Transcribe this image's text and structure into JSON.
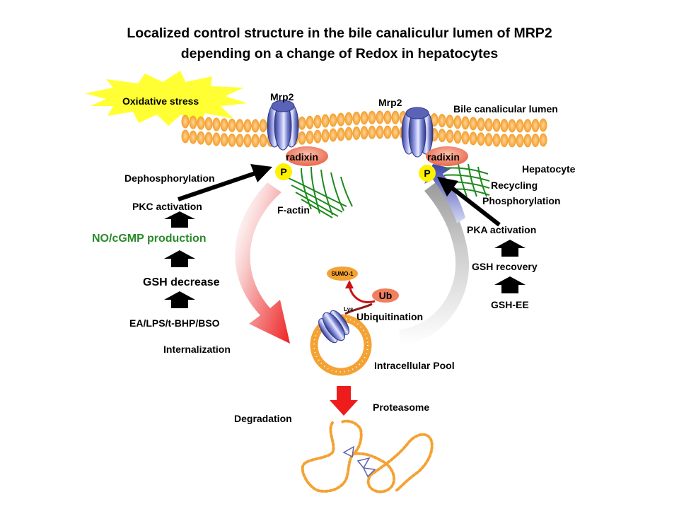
{
  "title": {
    "line1": "Localized control structure in the bile canaliculur lumen of MRP2",
    "line2": "depending on a change of  Redox in hepatocytes"
  },
  "labels": {
    "oxidative_stress": "Oxidative stress",
    "mrp2_left": "Mrp2",
    "mrp2_right": "Mrp2",
    "bile_lumen": "Bile canalicular lumen",
    "hepatocyte": "Hepatocyte",
    "radixin_left": "radixin",
    "radixin_right": "radixin",
    "p_left": "P",
    "p_right": "P",
    "f_actin": "F-actin",
    "dephosphorylation": "Dephosphorylation",
    "pkc_activation": "PKC activation",
    "no_cgmp": "NO/cGMP  production",
    "gsh_decrease": "GSH decrease",
    "ea_lps": "EA/LPS/t-BHP/BSO",
    "internalization": "Internalization",
    "recycling": "Recycling",
    "phosphorylation": "Phosphorylation",
    "pka_activation": "PKA activation",
    "gsh_recovery": "GSH recovery",
    "gsh_ee": "GSH-EE",
    "sumo": "SUMO-1",
    "ub": "Ub",
    "lys": "Lys",
    "ubiquitination": "Ubiquitination",
    "intracellular_pool": "Intracellular Pool",
    "proteasome": "Proteasome",
    "degradation": "Degradation"
  },
  "colors": {
    "membrane": "#F4A233",
    "transporter": "#5B63B6",
    "radixin": "#F07F5E",
    "phospho": "#FFF200",
    "actin": "#1E8A1E",
    "starburst": "#FFFF33",
    "red_text": "#E8191B",
    "green_text": "#2B8A2B",
    "recycling_text": "#3E6E8C",
    "proteasome_arrow": "#EE1C1C"
  }
}
